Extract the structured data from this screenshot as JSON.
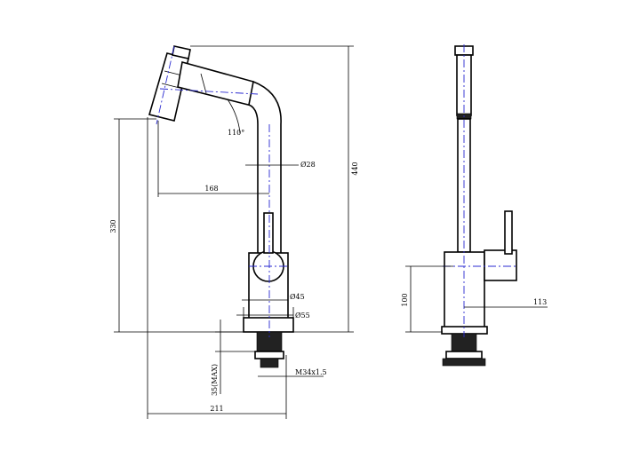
{
  "dimensions": {
    "spout_angle": "110°",
    "spout_diameter": "Ø28",
    "spout_reach": "168",
    "spout_height": "330",
    "total_height": "440",
    "body_diameter": "Ø45",
    "base_diameter": "Ø55",
    "mounting_thickness": "35(MAX)",
    "thread": "M34x1.5",
    "overall_width": "211",
    "handle_height": "100",
    "handle_length": "113"
  },
  "colors": {
    "line": "#000000",
    "centerline": "#2a2ad0"
  }
}
